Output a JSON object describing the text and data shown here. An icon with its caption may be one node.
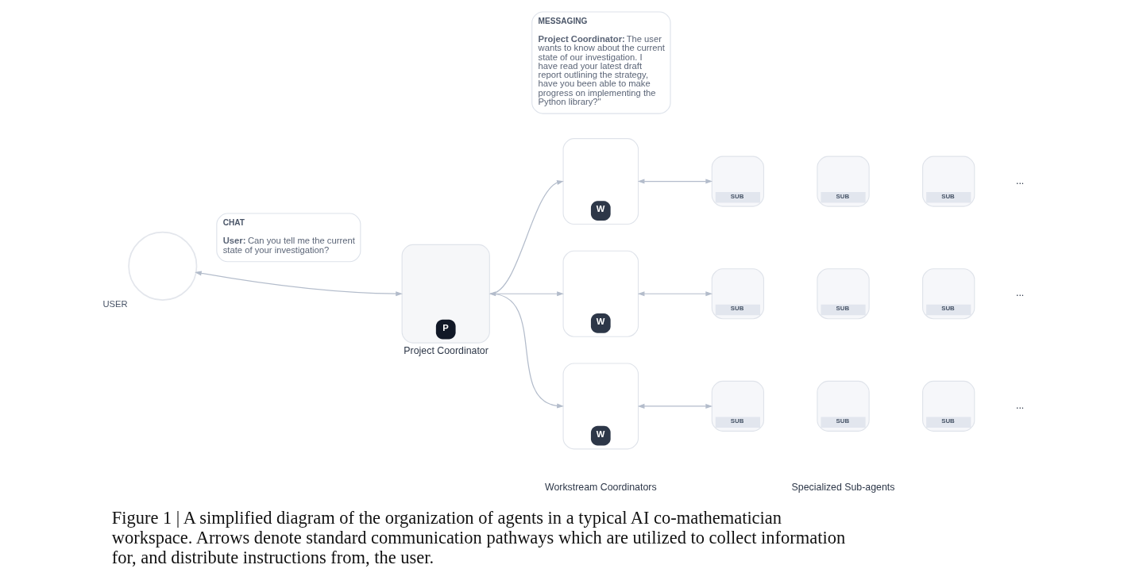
{
  "diagram": {
    "caption": "Figure 1 | A simplified diagram of the organization of agents in a typical AI co-mathematician workspace. Arrows denote standard communication pathways which are utilized to collect information for, and distribute instructions from, the user.",
    "nodes": [
      {
        "text": [],
        "shape": "circle",
        "beside": [
          "USER"
        ]
      },
      {
        "text": [
          "CHAT",
          "**User:** Can you tell me the current state of your investigation?"
        ]
      },
      {
        "text": [
          "P"
        ],
        "beside": [
          "Project Coordinator"
        ]
      },
      {
        "text": [
          "MESSAGING",
          "**Project Coordinator:** The user wants to know about the current state of our investigation. I have read your latest draft report outlining the strategy, have you been able to make progress on implementing the Python library?\""
        ]
      },
      {
        "text": [
          "W"
        ]
      },
      {
        "text": [
          "SUB"
        ]
      },
      {
        "text": [
          "SUB"
        ]
      },
      {
        "text": [
          "SUB"
        ]
      },
      {
        "text": [
          "W"
        ]
      },
      {
        "text": [
          "SUB"
        ]
      },
      {
        "text": [
          "SUB"
        ]
      },
      {
        "text": [
          "SUB"
        ]
      },
      {
        "text": [
          "W"
        ]
      },
      {
        "text": [
          "SUB"
        ]
      },
      {
        "text": [
          "SUB"
        ]
      },
      {
        "text": [
          "SUB"
        ]
      }
    ],
    "edges": [
      {
        "from": 0,
        "to": 2,
        "arrow": "both"
      },
      {
        "from": 2,
        "to": 4,
        "arrow": "to"
      },
      {
        "from": 2,
        "to": 8,
        "arrow": "both"
      },
      {
        "from": 2,
        "to": 12,
        "arrow": "to"
      },
      {
        "from": 4,
        "to": 5,
        "arrow": "both"
      },
      {
        "from": 8,
        "to": 9,
        "arrow": "both"
      },
      {
        "from": 12,
        "to": 13,
        "arrow": "both"
      }
    ],
    "labels": [
      "...",
      "...",
      "...",
      "Workstream Coordinators",
      "Specialized Sub-agents"
    ]
  }
}
